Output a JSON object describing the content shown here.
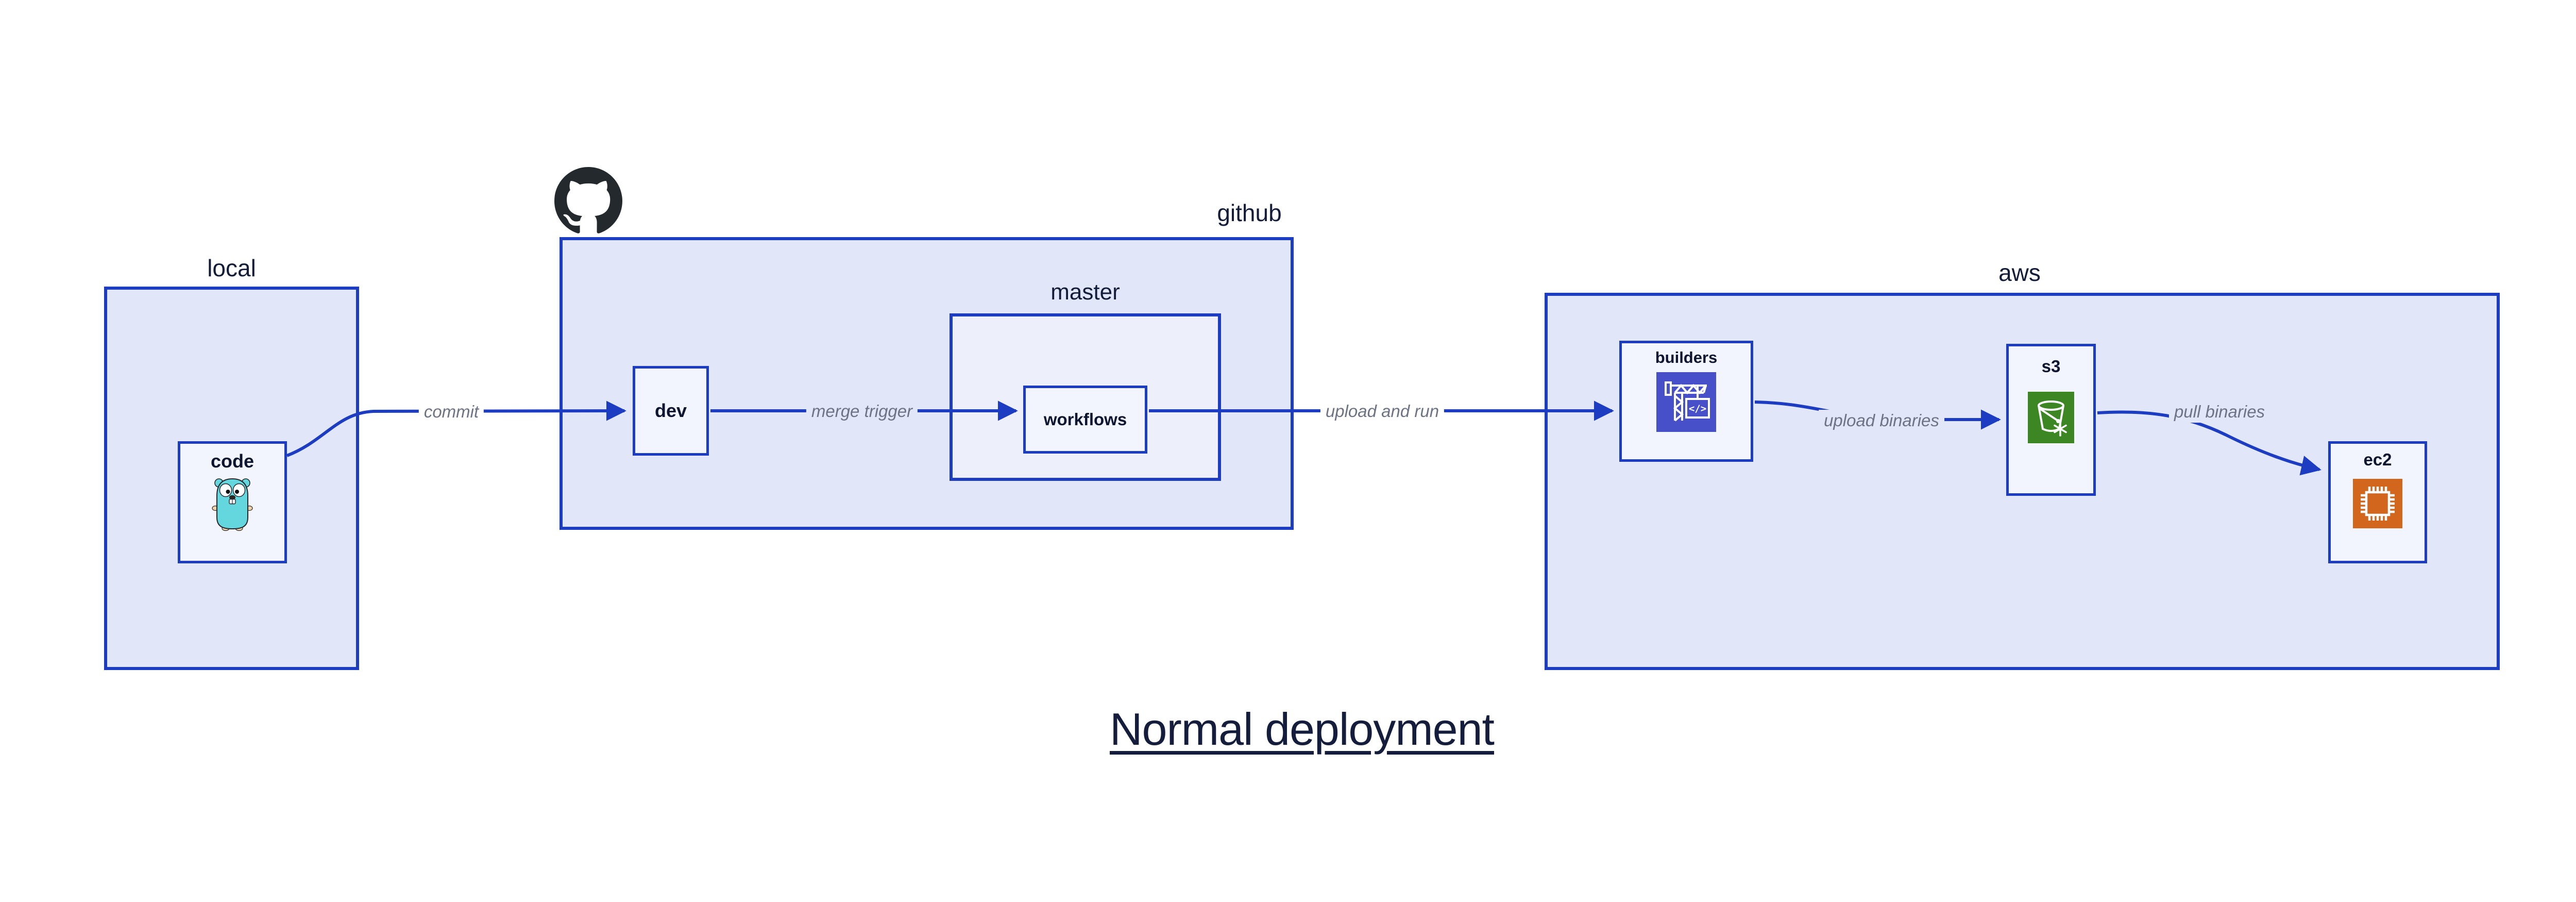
{
  "title": "Normal deployment",
  "groups": {
    "local": {
      "label": "local"
    },
    "github": {
      "label": "github"
    },
    "master": {
      "label": "master"
    },
    "aws": {
      "label": "aws"
    }
  },
  "nodes": {
    "code": {
      "label": "code",
      "icon": "go-gopher"
    },
    "dev": {
      "label": "dev"
    },
    "workflows": {
      "label": "workflows"
    },
    "builders": {
      "label": "builders",
      "icon": "aws-codebuild-crane"
    },
    "s3": {
      "label": "s3",
      "icon": "aws-s3-bucket-snowflake"
    },
    "ec2": {
      "label": "ec2",
      "icon": "aws-ec2-chip"
    }
  },
  "edges": {
    "commit": {
      "label": "commit",
      "from": "code",
      "to": "dev"
    },
    "merge_trigger": {
      "label": "merge trigger",
      "from": "dev",
      "to": "workflows"
    },
    "upload_and_run": {
      "label": "upload and run",
      "from": "workflows",
      "to": "builders"
    },
    "upload_binaries": {
      "label": "upload binaries",
      "from": "builders",
      "to": "s3"
    },
    "pull_binaries": {
      "label": "pull binaries",
      "from": "s3",
      "to": "ec2"
    }
  },
  "logo": {
    "name": "github-octocat"
  },
  "colors": {
    "edge_blue": "#1c3dc2",
    "group_fill": "#e1e7f9",
    "master_fill": "#edf0fb",
    "node_fill": "#f2f5fd",
    "label_navy": "#131c38",
    "edge_label_gray": "#6d7384",
    "octocat_black": "#24292e",
    "codebuild_indigo": "#4750c8",
    "s3_green": "#3c8723",
    "ec2_orange": "#d2661d",
    "gopher_teal": "#64d7de"
  }
}
